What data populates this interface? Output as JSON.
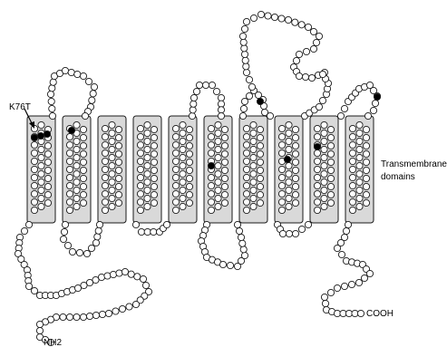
{
  "labels": {
    "mutation": "K76T",
    "domain_line1": "Transmembrane",
    "domain_line2": "domains",
    "n_terminus": "NH2",
    "c_terminus": "COOH"
  },
  "colors": {
    "domain_fill": "#d9d9d9",
    "outline": "#1a1a1a",
    "residue_fill": "#ffffff",
    "mutation_fill": "#000000"
  },
  "domain_count": 10,
  "mutation_marks_per_domain": [
    3,
    1,
    0,
    0,
    0,
    1,
    0,
    1,
    1,
    0
  ]
}
